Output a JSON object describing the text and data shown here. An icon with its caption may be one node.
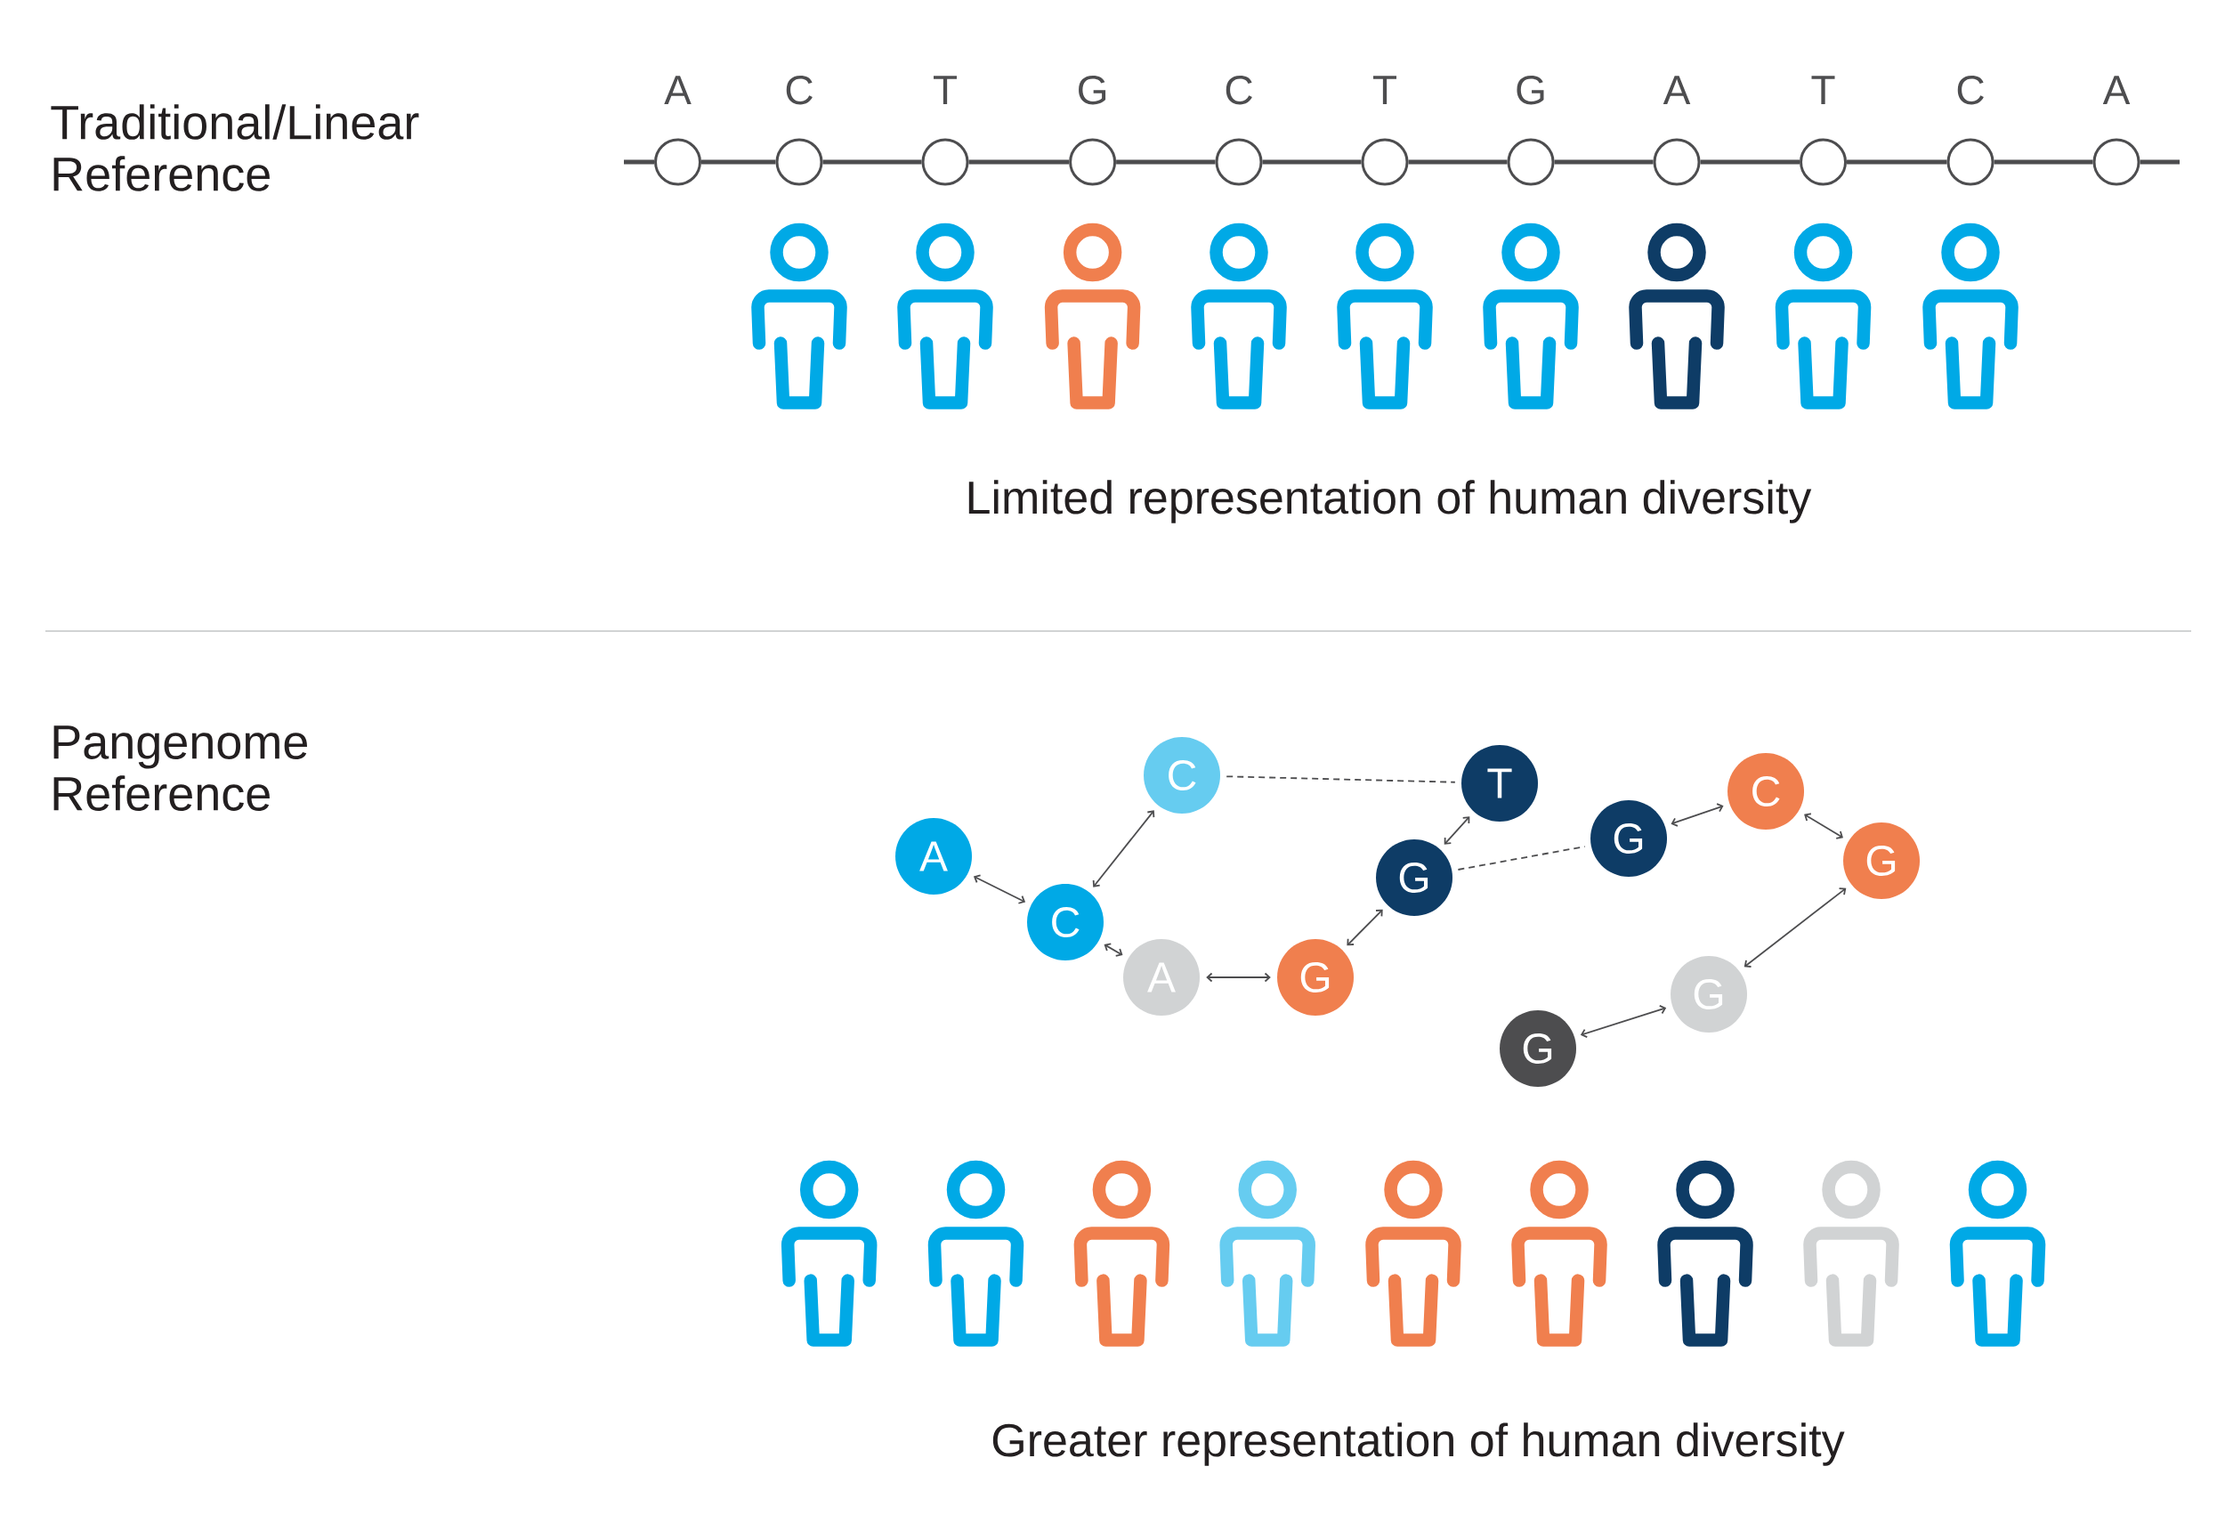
{
  "diagram": {
    "nodes": [
      {
        "text": [],
        "shape": "circle",
        "beside": [
          "A"
        ]
      },
      {
        "text": [],
        "shape": "circle",
        "beside": [
          "C"
        ]
      },
      {
        "text": [],
        "shape": "circle",
        "beside": [
          "T"
        ]
      },
      {
        "text": [],
        "shape": "circle",
        "beside": [
          "G"
        ]
      },
      {
        "text": [],
        "shape": "circle",
        "beside": [
          "C"
        ]
      },
      {
        "text": [],
        "shape": "circle",
        "beside": [
          "T"
        ]
      },
      {
        "text": [],
        "shape": "circle",
        "beside": [
          "G"
        ]
      },
      {
        "text": [],
        "shape": "circle",
        "beside": [
          "A"
        ]
      },
      {
        "text": [],
        "shape": "circle",
        "beside": [
          "T"
        ]
      },
      {
        "text": [],
        "shape": "circle",
        "beside": [
          "C"
        ]
      },
      {
        "text": [],
        "shape": "circle",
        "beside": [
          "A"
        ]
      },
      {
        "text": [
          "A"
        ]
      },
      {
        "text": [
          "C"
        ]
      },
      {
        "text": [
          "C"
        ]
      },
      {
        "text": [
          "A"
        ]
      },
      {
        "text": [
          "G"
        ]
      },
      {
        "text": [
          "G"
        ]
      },
      {
        "text": [
          "T"
        ]
      },
      {
        "text": [
          "G"
        ]
      },
      {
        "text": [
          "C"
        ]
      },
      {
        "text": [
          "G"
        ]
      },
      {
        "text": [
          "G"
        ]
      },
      {
        "text": [
          "G"
        ]
      }
    ],
    "edges": [
      {
        "from": null,
        "to": 0,
        "arrow": "none"
      },
      {
        "from": 0,
        "to": 1,
        "arrow": "none"
      },
      {
        "from": 1,
        "to": 2,
        "arrow": "none"
      },
      {
        "from": 2,
        "to": 3,
        "arrow": "none"
      },
      {
        "from": 3,
        "to": 4,
        "arrow": "none"
      },
      {
        "from": 4,
        "to": 5,
        "arrow": "none"
      },
      {
        "from": 5,
        "to": 6,
        "arrow": "none"
      },
      {
        "from": 6,
        "to": 7,
        "arrow": "none"
      },
      {
        "from": 7,
        "to": 8,
        "arrow": "none"
      },
      {
        "from": 8,
        "to": 9,
        "arrow": "none"
      },
      {
        "from": 9,
        "to": 10,
        "arrow": "none"
      },
      {
        "from": 10,
        "to": null,
        "arrow": "none"
      },
      {
        "from": 11,
        "to": 12,
        "arrow": "both"
      },
      {
        "from": 12,
        "to": 13,
        "arrow": "both"
      },
      {
        "from": 12,
        "to": 14,
        "arrow": "both"
      },
      {
        "from": 14,
        "to": 15,
        "arrow": "both"
      },
      {
        "from": 15,
        "to": 16,
        "arrow": "both"
      },
      {
        "from": 16,
        "to": 17,
        "arrow": "both"
      },
      {
        "from": 13,
        "to": 17,
        "arrow": "none",
        "style": "dashed"
      },
      {
        "from": 16,
        "to": 18,
        "arrow": "none",
        "style": "dashed"
      },
      {
        "from": 18,
        "to": 19,
        "arrow": "both"
      },
      {
        "from": 19,
        "to": 20,
        "arrow": "both"
      },
      {
        "from": 20,
        "to": 21,
        "arrow": "both"
      },
      {
        "from": 21,
        "to": 22,
        "arrow": "both"
      }
    ],
    "labels": [
      "Traditional/Linear Reference",
      "Limited representation of human diversity",
      "Pangenome Reference",
      "Greater representation of human diversity"
    ]
  }
}
